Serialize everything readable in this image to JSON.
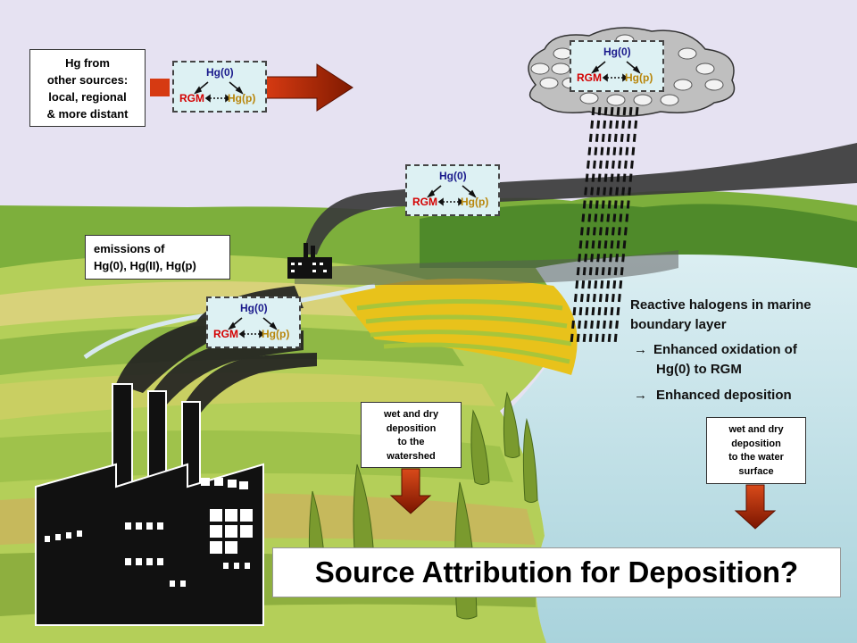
{
  "source_box": {
    "lines": [
      "Hg from",
      "other sources:",
      "local, regional",
      "& more distant"
    ]
  },
  "emissions_box": {
    "lines": [
      "emissions  of",
      "Hg(0), Hg(II), Hg(p)"
    ]
  },
  "chem_cycle": {
    "hg0": "Hg(0)",
    "rgm": "RGM",
    "hgp": "Hg(p)"
  },
  "halogen_text": {
    "line1": "Reactive halogens in marine",
    "line2": "boundary layer",
    "bullet1_a": "Enhanced oxidation of",
    "bullet1_b": "Hg(0) to RGM",
    "bullet2": "Enhanced deposition",
    "arrow_glyph": "→"
  },
  "watershed_box": {
    "lines": [
      "wet and dry",
      "deposition",
      "to the",
      "watershed"
    ]
  },
  "water_box": {
    "lines": [
      "wet and dry",
      "deposition",
      "to the water",
      "surface"
    ]
  },
  "title": "Source Attribution for Deposition?",
  "colors": {
    "sky": "#e6e2f2",
    "sea": "#c9e4ea",
    "field_green": "#9cc24a",
    "arrow_red": "#a32000",
    "plume": "#222222"
  }
}
